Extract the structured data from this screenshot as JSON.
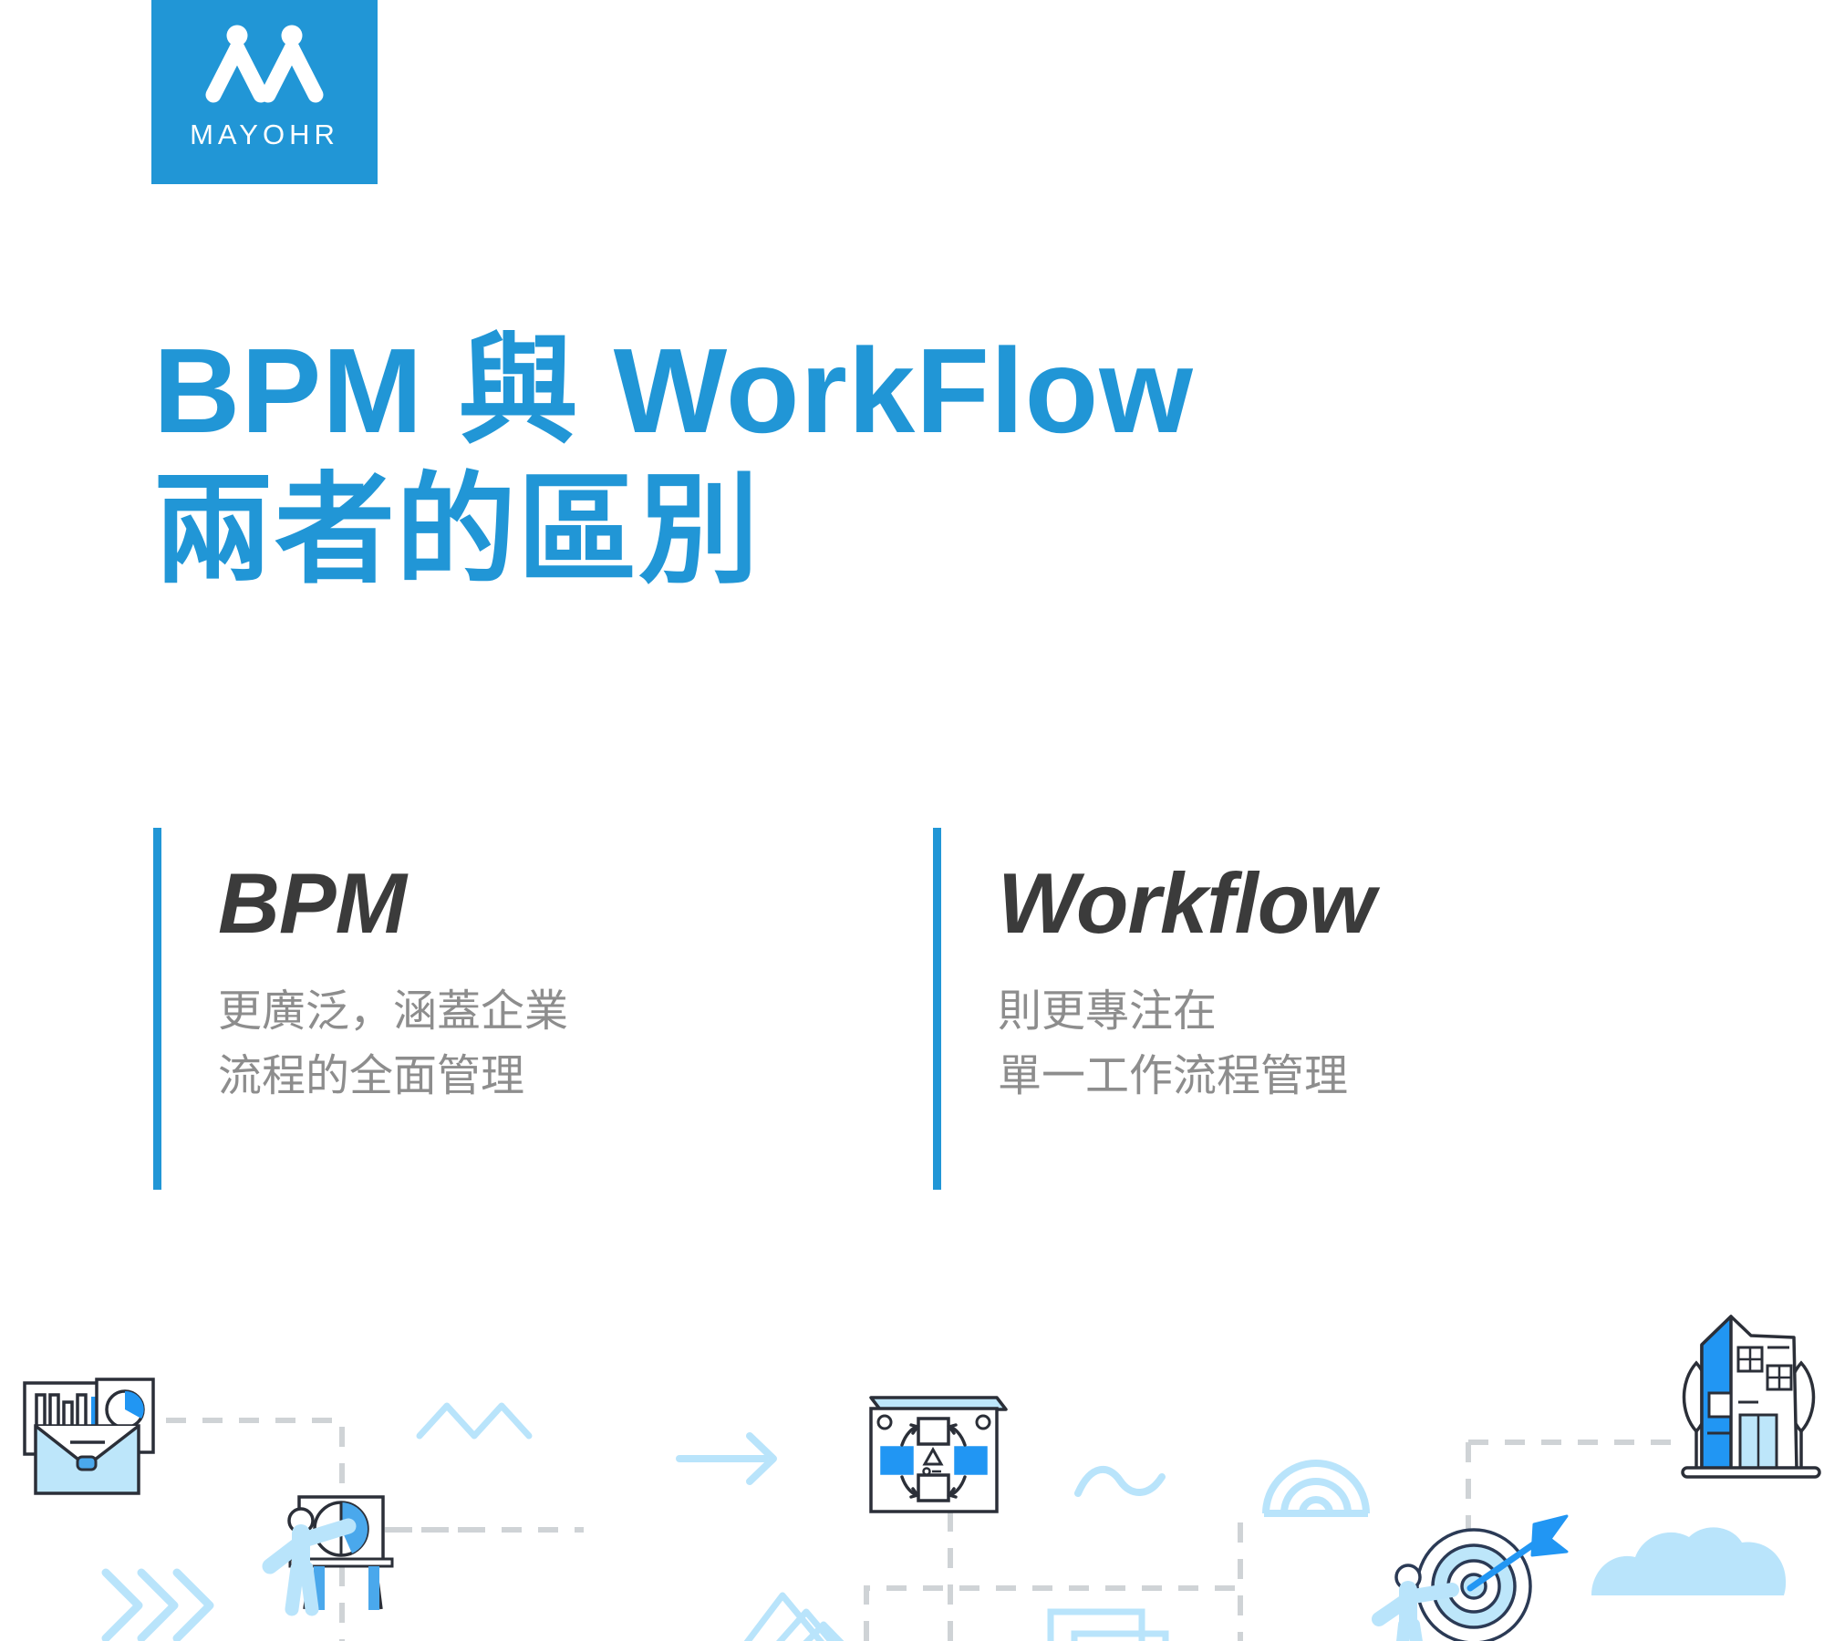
{
  "brand": {
    "name": "MAYOHR",
    "logo_icon": "mayohr-people-m-logo",
    "accent_color": "#2196d6",
    "panel_color": "#2196d6"
  },
  "headline": {
    "line1": "BPM 與 WorkFlow",
    "line2": "兩者的區別",
    "color": "#2196d6"
  },
  "comparison": {
    "columns": [
      {
        "id": "bpm",
        "title": "BPM",
        "desc_line1": "更廣泛，涵蓋企業",
        "desc_line2": "流程的全面管理",
        "rule_color": "#2196d6",
        "title_color": "#3b3b3b",
        "desc_color": "#8d8d8d"
      },
      {
        "id": "workflow",
        "title": "Workflow",
        "desc_line1": "則更專注在",
        "desc_line2": "單一工作流程管理",
        "rule_color": "#2196d6",
        "title_color": "#3b3b3b",
        "desc_color": "#8d8d8d"
      }
    ]
  },
  "illustration": {
    "items": [
      "envelope-with-reports-icon",
      "bar-chart-document-icon",
      "pie-chart-document-icon",
      "chevrons-right-decoration",
      "person-presenting-pie-chart-icon",
      "zigzag-decoration",
      "arrow-right-decoration",
      "process-box-with-rotating-arrows-icon",
      "wave-decoration",
      "rainbow-arcs-decoration",
      "nested-squares-decoration",
      "mountains-decoration",
      "person-with-target-arrow-icon",
      "cloud-decoration",
      "building-with-trees-icon",
      "dashed-connector-lines"
    ],
    "line_color": "#cfd3d6",
    "light_blue": "#b9e4fb",
    "mid_blue": "#2196f3",
    "outline_color": "#2b2f38"
  }
}
